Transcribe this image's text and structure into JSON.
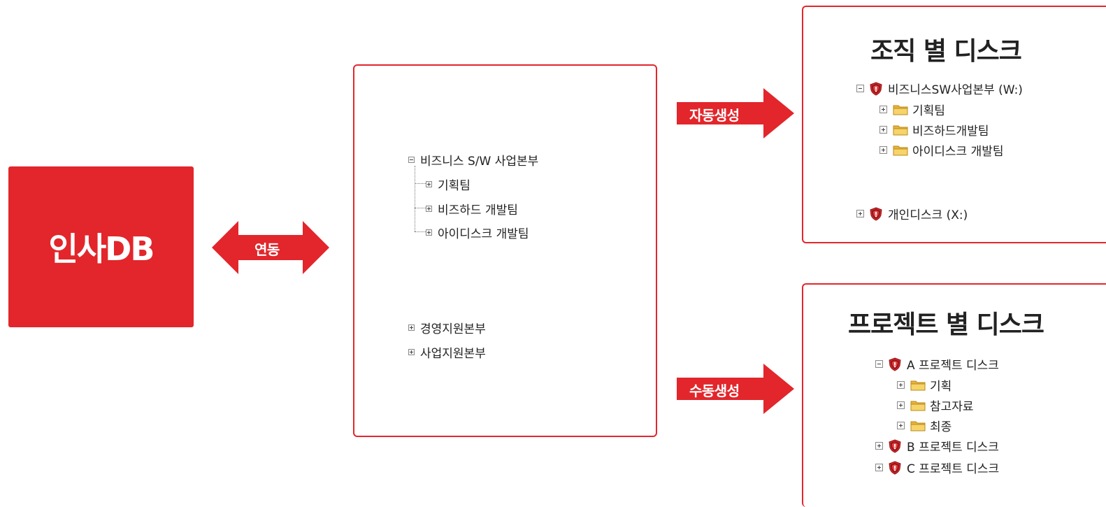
{
  "hr_db": {
    "label": "인사DB"
  },
  "arrows": {
    "sync": "연동",
    "auto": "자동생성",
    "manual": "수동생성"
  },
  "colors": {
    "accent": "#e2262b",
    "folder": "#f3c84f"
  },
  "org_tree": {
    "root": "비즈니스 S/W 사업본부",
    "children": [
      "기획팀",
      "비즈하드 개발팀",
      "아이디스크 개발팀"
    ],
    "others": [
      "경영지원본부",
      "사업지원본부"
    ]
  },
  "dept_disk": {
    "title": "조직 별 디스크",
    "root": "비즈니스SW사업본부 (W:)",
    "folders": [
      "기획팀",
      "비즈하드개발팀",
      "아이디스크 개발팀"
    ],
    "personal": "개인디스크 (X:)"
  },
  "project_disk": {
    "title": "프로젝트 별 디스크",
    "root": "A 프로젝트 디스크",
    "folders": [
      "기획",
      "참고자료",
      "최종"
    ],
    "others": [
      "B 프로젝트 디스크",
      "C 프로젝트 디스크"
    ]
  }
}
